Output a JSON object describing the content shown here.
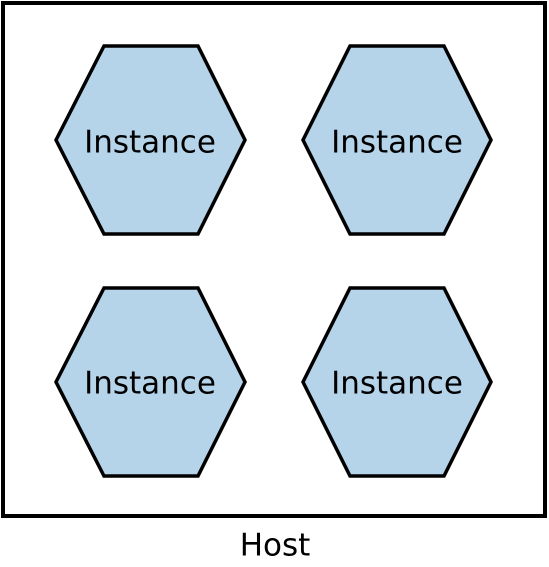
{
  "host": {
    "label": "Host"
  },
  "instances": [
    {
      "label": "Instance"
    },
    {
      "label": "Instance"
    },
    {
      "label": "Instance"
    },
    {
      "label": "Instance"
    }
  ],
  "colors": {
    "instance_fill": "#b5d4ea",
    "stroke": "#000000",
    "background": "#ffffff"
  }
}
